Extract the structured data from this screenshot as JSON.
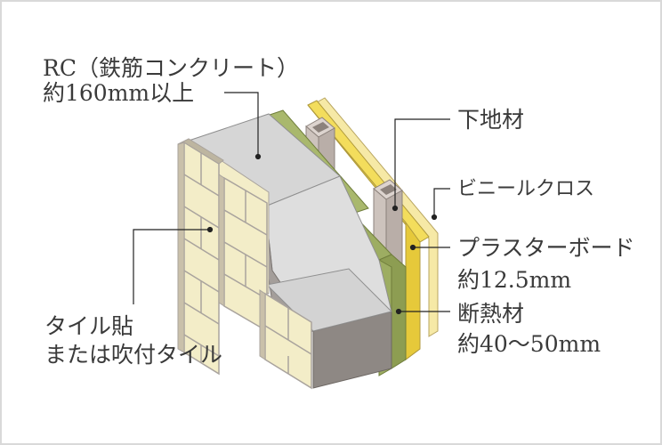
{
  "labels": {
    "rc_line1": "RC（鉄筋コンクリート）",
    "rc_line2": "約160mm以上",
    "shitaji": "下地材",
    "vinyl_cloth": "ビニールクロス",
    "plaster_line1": "プラスターボード",
    "plaster_line2": "約12.5mm",
    "insulation_line1": "断熱材",
    "insulation_line2": "約40〜50mm",
    "tile_line1": "タイル貼",
    "tile_line2": "または吹付タイル"
  },
  "colors": {
    "background": "#ffffff",
    "frame": "#d9d9d9",
    "tile": "#f3edc8",
    "tile_grout": "#a9a39d",
    "concrete_top": "#d6d6d6",
    "concrete_side": "#8e8884",
    "insulation": "#9dad62",
    "plaster_board": "#f0d94c",
    "vinyl_cloth": "#f6e9a6",
    "stud": "#cdc3bd",
    "leader_line": "#222222"
  }
}
